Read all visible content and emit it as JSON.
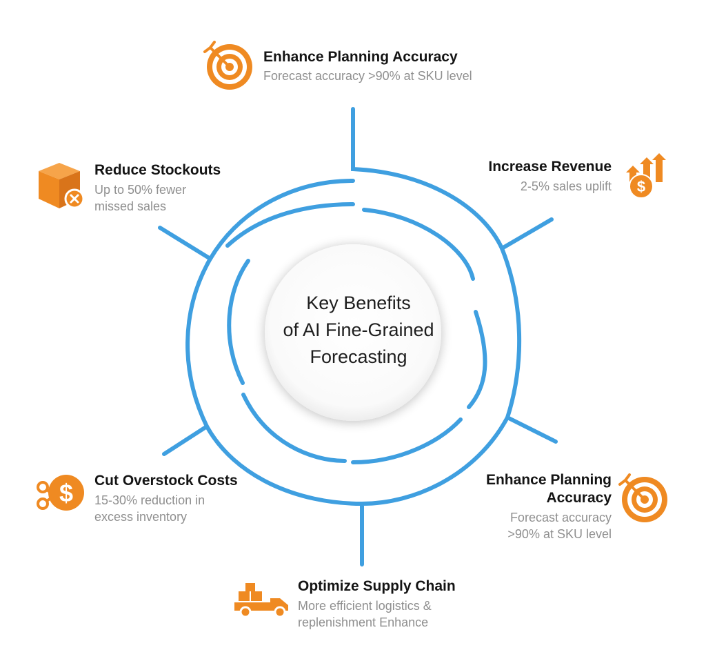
{
  "center": {
    "line1": "Key Benefits",
    "line2": "of AI Fine-Grained",
    "line3": "Forecasting"
  },
  "benefits": {
    "top": {
      "title": "Enhance Planning Accuracy",
      "desc": "Forecast accuracy >90% at SKU level",
      "icon": "target-arrow-icon"
    },
    "revenue": {
      "title": "Increase Revenue",
      "desc": "2-5% sales uplift",
      "icon": "revenue-growth-icon"
    },
    "stockouts": {
      "title": "Reduce Stockouts",
      "desc_line1": "Up to 50% fewer",
      "desc_line2": "missed sales",
      "icon": "box-x-icon"
    },
    "overstock": {
      "title": "Cut Overstock Costs",
      "desc_line1": "15-30% reduction in",
      "desc_line2": "excess inventory",
      "icon": "dollar-scissors-icon"
    },
    "planning": {
      "title_line1": "Enhance Planning",
      "title_line2": "Accuracy",
      "desc_line1": "Forecast accuracy",
      "desc_line2": ">90% at SKU level",
      "icon": "target-arrow-icon"
    },
    "supply": {
      "title": "Optimize Supply Chain",
      "desc_line1": "More efficient logistics &",
      "desc_line2": "replenishment Enhance",
      "icon": "delivery-truck-icon"
    }
  },
  "colors": {
    "accent_orange": "#ef8a22",
    "spiral_blue": "#3f9fe0",
    "title_text": "#141414",
    "desc_text": "#8f8f8f"
  }
}
